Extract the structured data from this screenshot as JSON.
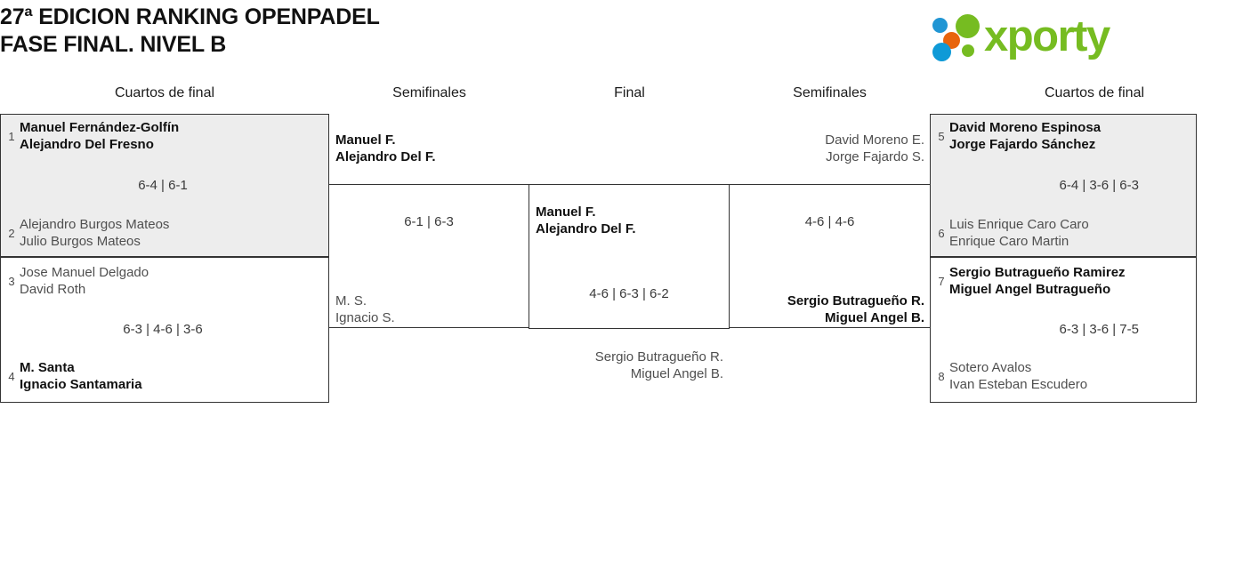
{
  "header": {
    "title_line_1": "27ª EDICION RANKING OPENPADEL",
    "title_line_2": "FASE FINAL. NIVEL B",
    "logo_text": "xporty"
  },
  "rounds": [
    {
      "label": "Cuartos de final"
    },
    {
      "label": "Semifinales"
    },
    {
      "label": "Final"
    },
    {
      "label": "Semifinales"
    },
    {
      "label": "Cuartos de final"
    }
  ],
  "matches": {
    "qf1": {
      "score": "6-4 | 6-1",
      "team_a": {
        "seed": "1",
        "player1": "Manuel Fernández-Golfín",
        "player2": "Alejandro Del Fresno",
        "winner": true
      },
      "team_b": {
        "seed": "2",
        "player1": "Alejandro Burgos Mateos",
        "player2": "Julio Burgos Mateos",
        "winner": false
      }
    },
    "qf2": {
      "score": "6-3 | 4-6 | 3-6",
      "team_a": {
        "seed": "3",
        "player1": "Jose Manuel Delgado",
        "player2": "David Roth",
        "winner": false
      },
      "team_b": {
        "seed": "4",
        "player1": "M. Santa",
        "player2": "Ignacio Santamaria",
        "winner": true
      }
    },
    "qf3": {
      "score": "6-4 | 3-6 | 6-3",
      "team_a": {
        "seed": "5",
        "player1": "David Moreno Espinosa",
        "player2": "Jorge Fajardo Sánchez",
        "winner": true
      },
      "team_b": {
        "seed": "6",
        "player1": "Luis Enrique Caro Caro",
        "player2": "Enrique Caro Martin",
        "winner": false
      }
    },
    "qf4": {
      "score": "6-3 | 3-6 | 7-5",
      "team_a": {
        "seed": "7",
        "player1": "Sergio Butragueño Ramirez",
        "player2": "Miguel Angel Butragueño",
        "winner": true
      },
      "team_b": {
        "seed": "8",
        "player1": "Sotero Avalos",
        "player2": "Ivan Esteban Escudero",
        "winner": false
      }
    },
    "sf_left": {
      "score": "6-1 | 6-3",
      "team_a": {
        "player1": "Manuel F.",
        "player2": "Alejandro Del F.",
        "winner": true
      },
      "team_b": {
        "player1": "M. S.",
        "player2": "Ignacio S.",
        "winner": false
      }
    },
    "sf_right": {
      "score": "4-6 | 4-6",
      "team_a": {
        "player1": "David Moreno E.",
        "player2": "Jorge Fajardo S.",
        "winner": false
      },
      "team_b": {
        "player1": "Sergio Butragueño R.",
        "player2": "Miguel Angel B.",
        "winner": true
      }
    },
    "final": {
      "score": "4-6 | 6-3 | 6-2",
      "team_a": {
        "player1": "Manuel F.",
        "player2": "Alejandro Del F.",
        "winner": true
      },
      "team_b": {
        "player1": "Sergio Butragueño R.",
        "player2": "Miguel Angel B.",
        "winner": false
      }
    }
  },
  "colors": {
    "logo_green": "#76bc21",
    "logo_blue": "#1f9ad6",
    "logo_orange": "#e8640c",
    "box_shaded": "#ededed",
    "box_border": "#333333"
  }
}
